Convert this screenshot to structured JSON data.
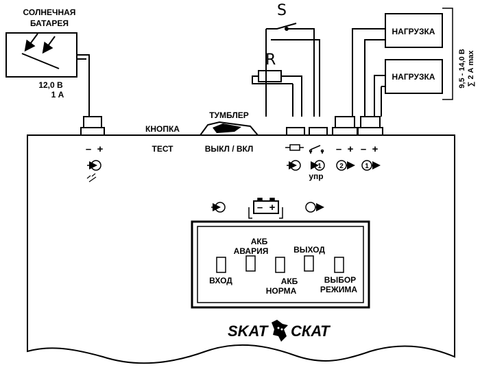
{
  "solar_panel": {
    "title_line1": "СОЛНЕЧНАЯ",
    "title_line2": "БАТАРЕЯ",
    "voltage": "12,0 В",
    "current": "1 А"
  },
  "switch_label": "S",
  "resistor_label": "R",
  "loads": {
    "load1": "НАГРУЗКА",
    "load2": "НАГРУЗКА",
    "range_line1": "9,5 - 14,0 В",
    "range_line2": "∑ 2 А max"
  },
  "top_panel": {
    "button_label": "КНОПКА",
    "toggle_label": "ТУМБЛЕР",
    "test_label": "ТЕСТ",
    "off_on_label": "ВЫКЛ / ВКЛ"
  },
  "polarity": {
    "minus": "–",
    "plus": "+"
  },
  "terminals": {
    "ctrl_label": "упр"
  },
  "display": {
    "input": "ВХОД",
    "battery_fault_line1": "АКБ",
    "battery_fault_line2": "АВАРИЯ",
    "battery_norm_line1": "АКБ",
    "battery_norm_line2": "НОРМА",
    "output": "ВЫХОД",
    "mode_line1": "ВЫБОР",
    "mode_line2": "РЕЖИМА"
  },
  "brand": {
    "latin": "SKAT",
    "cyrillic": "СКАТ"
  },
  "icons": {
    "battery_minus": "–",
    "battery_plus": "+"
  }
}
